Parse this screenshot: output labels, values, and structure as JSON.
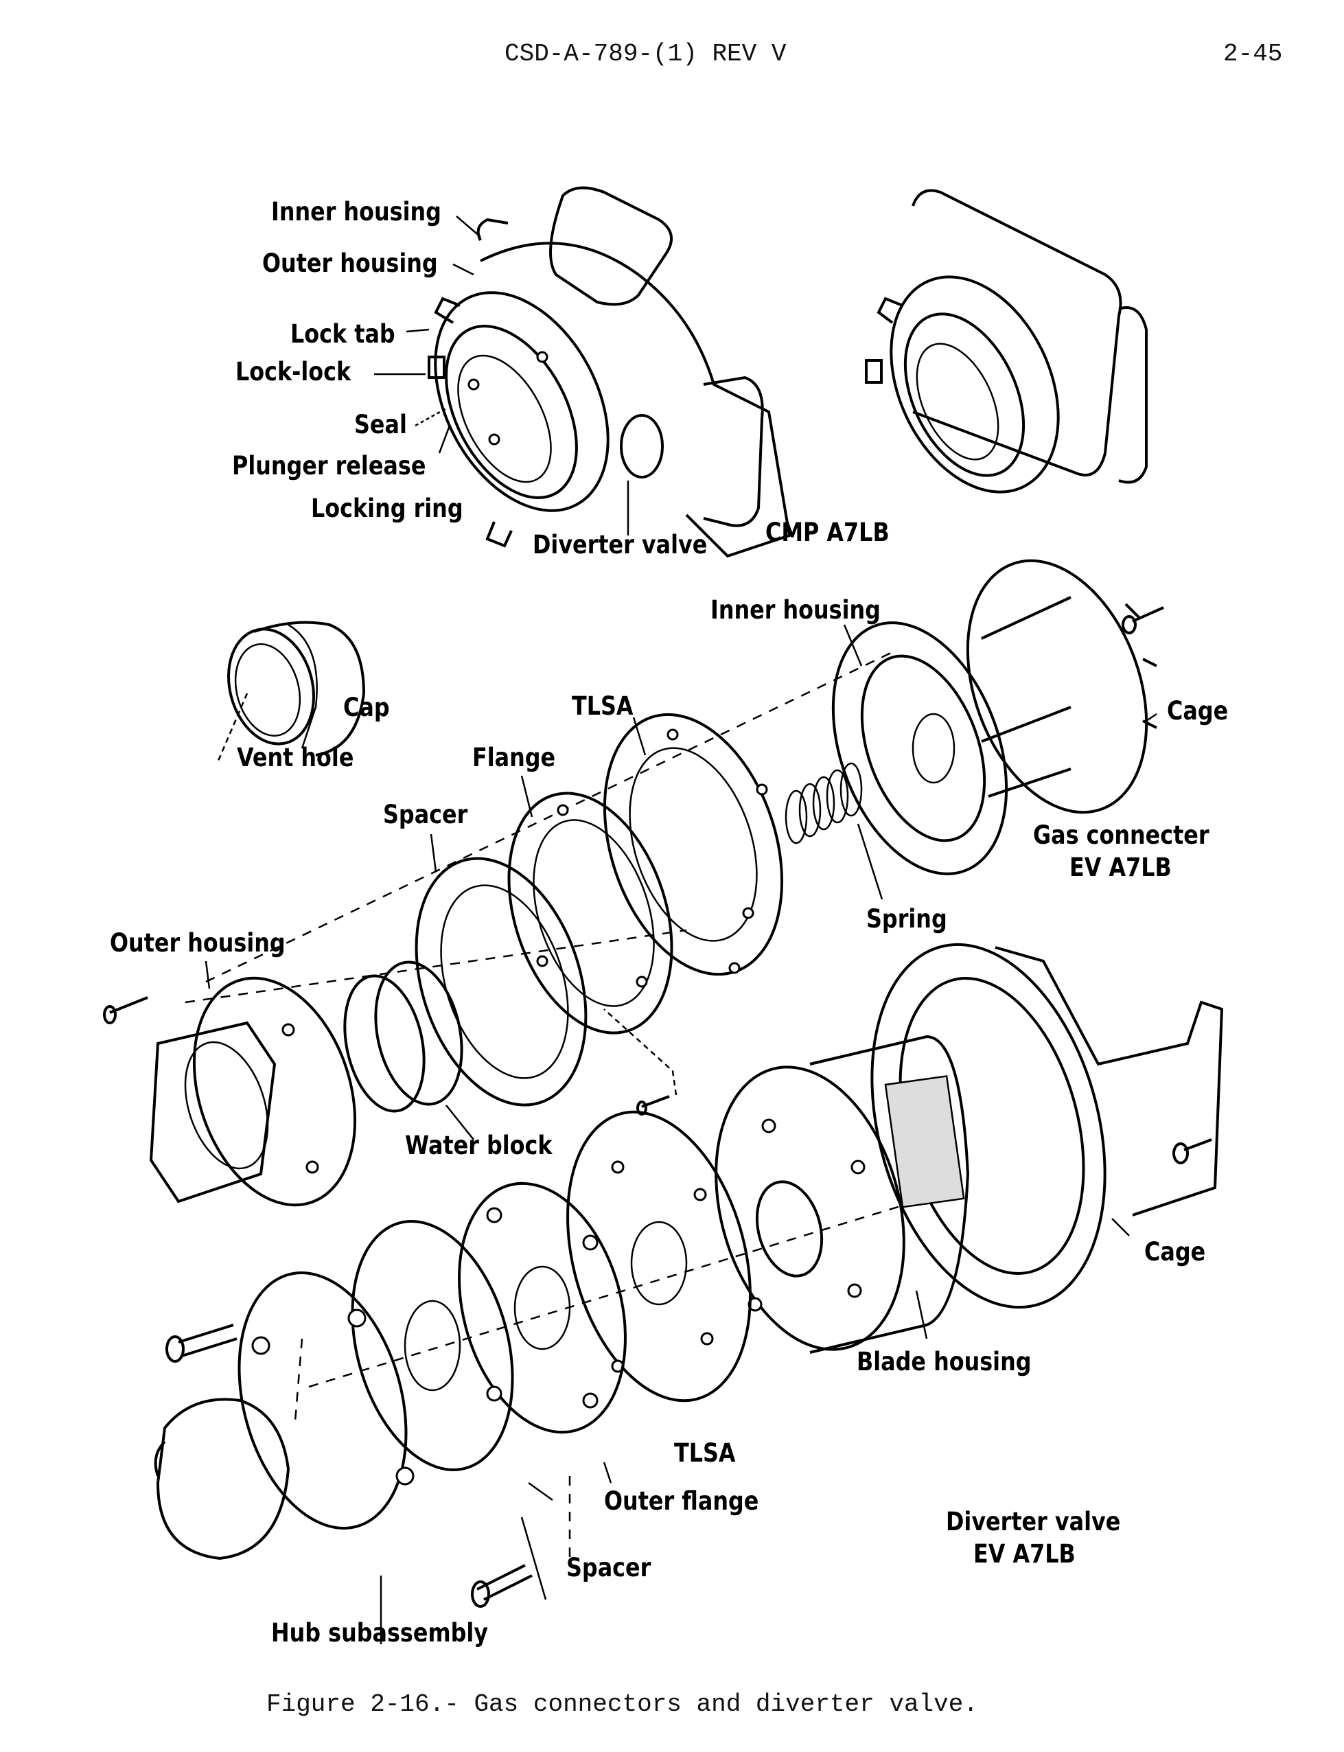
{
  "header": {
    "document_id": "CSD-A-789-(1) REV V",
    "page_number": "2-45"
  },
  "figure": {
    "caption": "Figure 2-16.- Gas connectors and diverter valve.",
    "assemblies": {
      "cmp": {
        "title": "CMP A7LB",
        "labels": [
          "Inner housing",
          "Outer housing",
          "Lock tab",
          "Lock-lock",
          "Seal",
          "Plunger release",
          "Locking ring",
          "Diverter valve"
        ]
      },
      "cap": {
        "labels": [
          "Cap",
          "Vent hole"
        ]
      },
      "gas_connector_ev": {
        "title_line1": "Gas connecter",
        "title_line2": "EV A7LB",
        "labels": [
          "Inner housing",
          "Cage",
          "TLSA",
          "Flange",
          "Spacer",
          "Spring",
          "Outer housing",
          "Water block"
        ]
      },
      "diverter_valve_ev": {
        "title_line1": "Diverter valve",
        "title_line2": "EV A7LB",
        "labels": [
          "Cage",
          "Blade housing",
          "TLSA",
          "Outer flange",
          "Spacer",
          "Hub subassembly"
        ]
      }
    }
  }
}
